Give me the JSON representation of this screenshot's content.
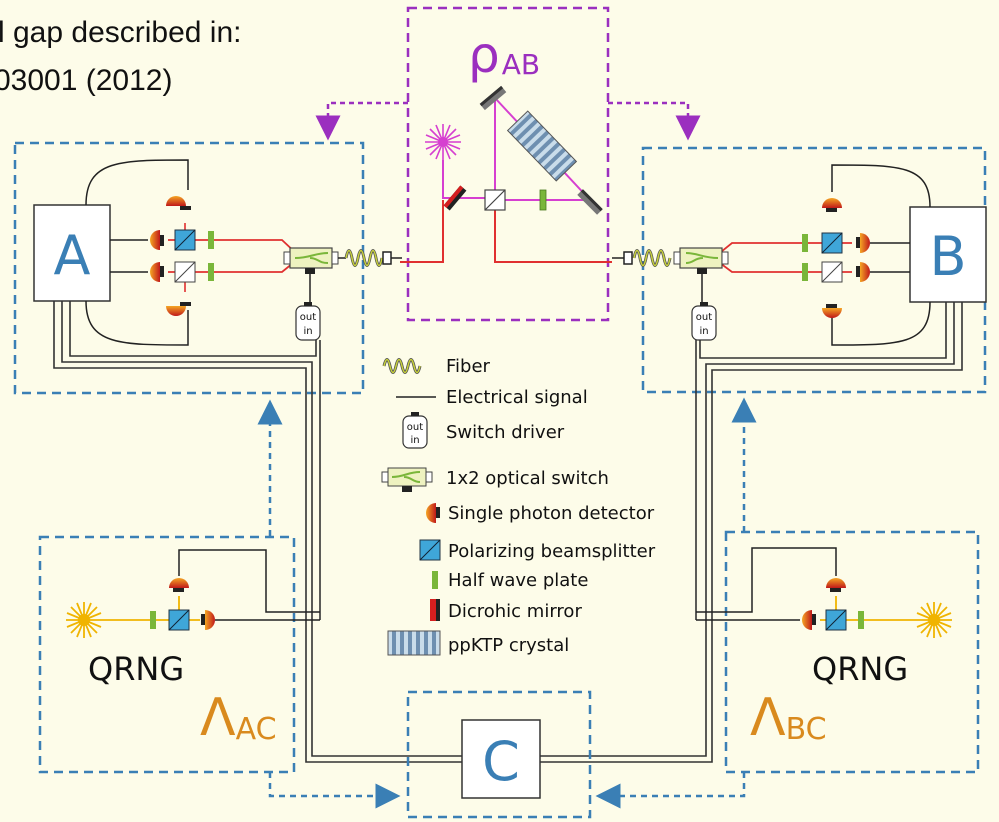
{
  "header": {
    "line1": "l gap described in:",
    "line2": "03001 (2012)"
  },
  "source": {
    "symbol": "ρ",
    "subscript": "AB"
  },
  "parties": {
    "a": "A",
    "b": "B",
    "c": "C"
  },
  "qrng": {
    "left_label": "QRNG",
    "right_label": "QRNG"
  },
  "lambda": {
    "left": {
      "symbol": "Λ",
      "subscript": "AC"
    },
    "right": {
      "symbol": "Λ",
      "subscript": "BC"
    }
  },
  "switch_driver": {
    "out": "out",
    "in": "in"
  },
  "legend": {
    "fiber": "Fiber",
    "electrical": "Electrical signal",
    "switch_driver": "Switch driver",
    "optical_switch": "1x2 optical switch",
    "detector": "Single photon detector",
    "pbs": "Polarizing beamsplitter",
    "hwp": "Half wave plate",
    "dichroic": "Dicrohic mirror",
    "ppktp": "ppKTP crystal"
  },
  "colors": {
    "box_blue": "#3a7fb5",
    "box_purple": "#9b2fbf",
    "laser_red": "#e03030",
    "pump_magenta": "#d63fd0",
    "qrng_yellow": "#f0b400",
    "lambda_orange": "#d98a1e",
    "pbs_blue": "#3fa6d8",
    "hwp_green": "#7ab63a"
  }
}
